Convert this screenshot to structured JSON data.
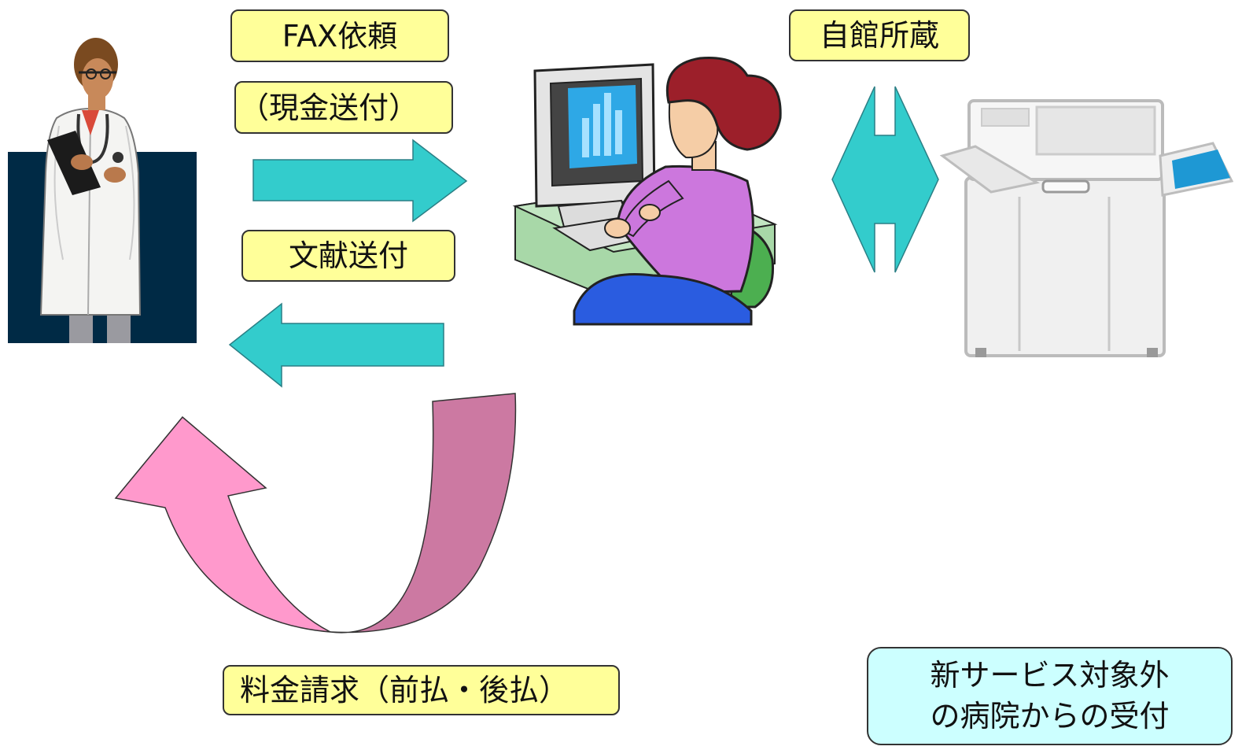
{
  "labels": {
    "fax_request": "FAX依頼",
    "cash_payment": "（現金送付）",
    "own_holdings": "自館所蔵",
    "document_delivery": "文献送付",
    "fee_billing": "料金請求（前払・後払）"
  },
  "note": {
    "line1": "新サービス対象外",
    "line2": "の病院からの受付"
  },
  "colors": {
    "label_fill": "#ffff99",
    "note_fill": "#ccffff",
    "teal_arrow": "#33cccc",
    "pink_light": "#ff99cc",
    "pink_dark": "#cc79a2",
    "navy_panel": "#002a45"
  },
  "icons": {
    "doctor": "doctor-clipart",
    "librarian": "librarian-at-computer-clipart",
    "copier": "photocopier-clipart"
  }
}
